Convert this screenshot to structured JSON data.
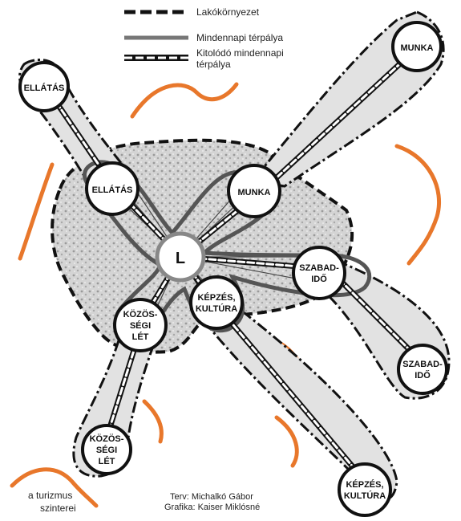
{
  "legend": {
    "living_environment": "Lakókörnyezet",
    "daily_space": "Mindennapi térpálya",
    "extended_daily_space": "Kitolódó mindennapi",
    "extended_daily_space_line2": "térpálya"
  },
  "center": {
    "label": "L"
  },
  "inner_nodes": {
    "supply": "ELLÁTÁS",
    "work": "MUNKA",
    "leisure_1": "SZABAD-",
    "leisure_2": "IDŐ",
    "education_1": "KÉPZÉS,",
    "education_2": "KULTÚRA",
    "community_1": "KÖZÖS-",
    "community_2": "SÉGI",
    "community_3": "LÉT"
  },
  "outer_nodes": {
    "supply": "ELLÁTÁS",
    "work": "MUNKA",
    "leisure_1": "SZABAD-",
    "leisure_2": "IDŐ",
    "education_1": "KÉPZÉS,",
    "education_2": "KULTÚRA",
    "community_1": "KÖZÖS-",
    "community_2": "SÉGI",
    "community_3": "LÉT"
  },
  "caption": {
    "line1": "a turizmus",
    "line2": "szinterei"
  },
  "credits": {
    "design": "Terv: Michalkó Gábor",
    "graphics": "Grafika: Kaiser Miklósné"
  },
  "colors": {
    "tourism_arc": "#e8772b",
    "corridor_fill": "#e2e2e2",
    "band_stroke": "#555555",
    "texture_fill": "#c9c9c9"
  }
}
